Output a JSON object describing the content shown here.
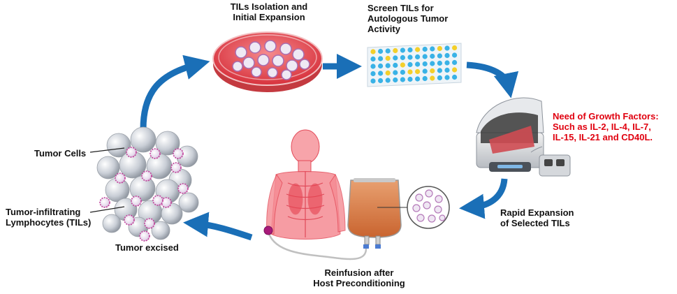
{
  "labels": {
    "tils_isolation": [
      "TILs Isolation and",
      "Initial Expansion"
    ],
    "screen_tils": [
      "Screen TILs for",
      "Autologous Tumor",
      "Activity"
    ],
    "growth_factors": [
      "Need of Growth Factors:",
      "Such as IL-2, IL-4, IL-7,",
      "IL-15, IL-21 and CD40L."
    ],
    "rapid_expansion": [
      "Rapid Expansion",
      "of Selected TILs"
    ],
    "reinfusion": [
      "Reinfusion after",
      "Host Preconditioning"
    ],
    "tumor_excised": "Tumor excised",
    "tumor_cells": "Tumor Cells",
    "tils": [
      "Tumor-infiltrating",
      "Lymphocytes (TILs)"
    ]
  },
  "colors": {
    "arrow": "#1a6fb7",
    "growth_text": "#e0000f",
    "dish": "#e2444d",
    "bag": "#d9824c",
    "body": "#ee3b4a"
  },
  "icons": [
    "petri-dish-icon",
    "well-plate-icon",
    "bioreactor-icon",
    "cell-circle-icon",
    "infusion-bag-icon",
    "human-body-icon",
    "tumor-cluster-icon"
  ]
}
